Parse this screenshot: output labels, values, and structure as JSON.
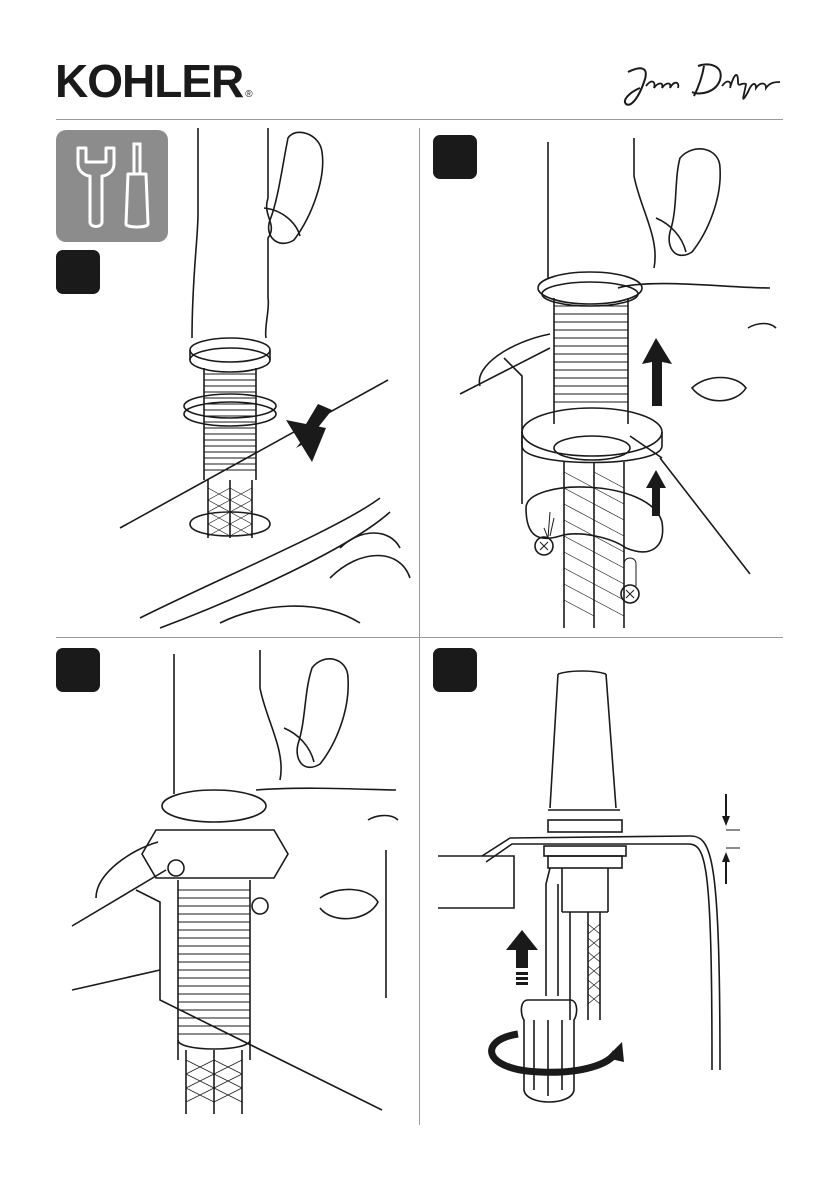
{
  "header": {
    "brand": "KOHLER",
    "registered_mark": "®"
  },
  "icons": {
    "tools": "wrench-and-screwdriver-icon",
    "signature": "jacob-delafon-signature",
    "arrow": "arrow-icon",
    "rotate": "rotate-arrow-icon"
  },
  "colors": {
    "ink": "#1a1a1a",
    "badge": "#1a1a1a",
    "tools_bg": "#8c8c8c",
    "rule": "#9a9a9a"
  },
  "steps": [
    {
      "id": "step-1"
    },
    {
      "id": "step-2"
    },
    {
      "id": "step-3"
    },
    {
      "id": "step-4"
    }
  ]
}
